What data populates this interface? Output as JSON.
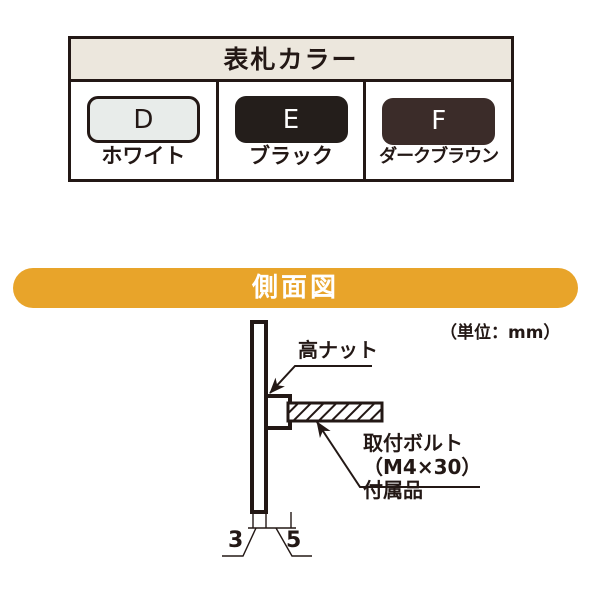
{
  "color_table": {
    "title": "表札カラー",
    "swatches": [
      {
        "code": "D",
        "name": "ホワイト",
        "chip_color": "#e8ecea",
        "letter_color": "#231815",
        "style": "light"
      },
      {
        "code": "E",
        "name": "ブラック",
        "chip_color": "#241e1b",
        "letter_color": "#ffffff",
        "style": "dark"
      },
      {
        "code": "F",
        "name": "ダークブラウン",
        "chip_color": "#3b2c29",
        "letter_color": "#ffffff",
        "style": "dark"
      }
    ]
  },
  "side_view": {
    "banner_title": "側面図",
    "banner_color": "#e8a42a",
    "unit_note": "（単位：mm）",
    "labels": {
      "high_nut": "高ナット",
      "bolt_line1": "取付ボルト",
      "bolt_line2": "（M4×30）",
      "bolt_line3": "付属品"
    },
    "dimensions": {
      "plate_thickness": "3",
      "nut_projection": "5"
    }
  }
}
